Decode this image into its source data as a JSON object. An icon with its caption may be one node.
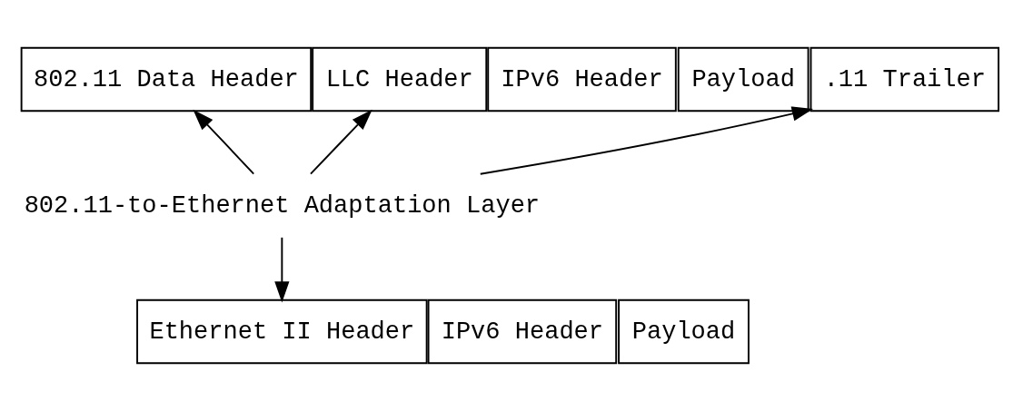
{
  "diagram": {
    "nodes": [
      {
        "text": [
          "802.11 Data Header"
        ]
      },
      {
        "text": [
          "LLC Header"
        ]
      },
      {
        "text": [
          "IPv6 Header"
        ]
      },
      {
        "text": [
          "Payload"
        ]
      },
      {
        "text": [
          ".11 Trailer"
        ]
      },
      {
        "text": [
          "802.11-to-Ethernet Adaptation Layer"
        ]
      },
      {
        "text": [
          "Ethernet II Header"
        ]
      },
      {
        "text": [
          "IPv6 Header"
        ]
      },
      {
        "text": [
          "Payload"
        ]
      }
    ],
    "edges": [
      {
        "from": 5,
        "to": 0,
        "arrow": "to"
      },
      {
        "from": 5,
        "to": 1,
        "arrow": "to"
      },
      {
        "from": 5,
        "to": 4,
        "arrow": "to"
      },
      {
        "from": 5,
        "to": 6,
        "arrow": "to"
      }
    ]
  }
}
